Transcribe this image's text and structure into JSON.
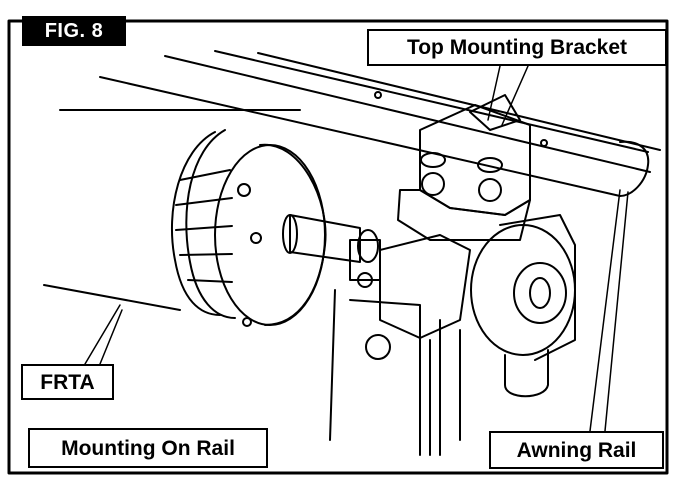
{
  "figure": {
    "number_label": "FIG. 8",
    "callouts": {
      "top_mounting_bracket": "Top Mounting Bracket",
      "frta": "FRTA",
      "mounting_on_rail": "Mounting On Rail",
      "awning_rail": "Awning Rail"
    }
  }
}
